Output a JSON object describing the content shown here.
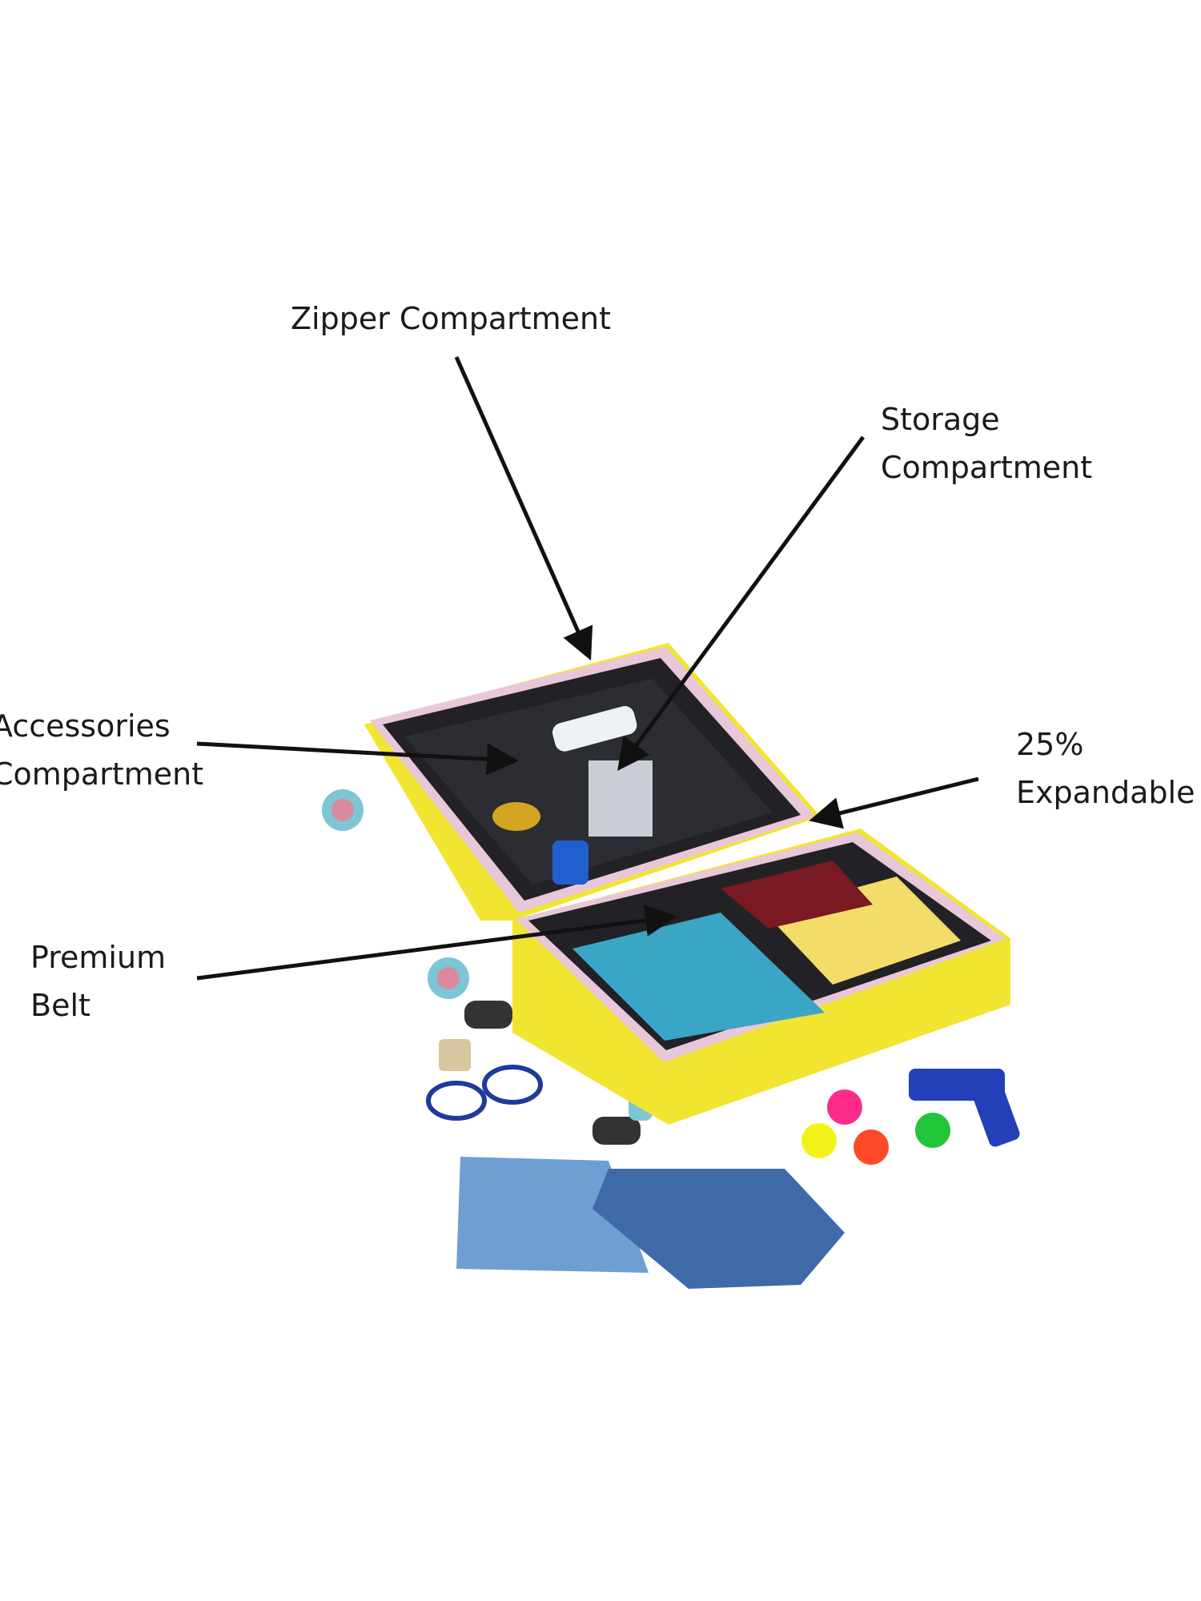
{
  "labels": {
    "zipper": {
      "line1": "Zipper Compartment"
    },
    "storage": {
      "line1": "Storage",
      "line2": "Compartment"
    },
    "accessories": {
      "line1": "Accessories",
      "line2": "Compartment"
    },
    "expandable": {
      "line1": "25%",
      "line2": "Expandable"
    },
    "belt": {
      "line1": "Premium",
      "line2": "Belt"
    }
  },
  "colors": {
    "shell": "#f2e531",
    "lining": "#222226",
    "wheels": "#7cc6d6",
    "arrow": "#111111"
  }
}
